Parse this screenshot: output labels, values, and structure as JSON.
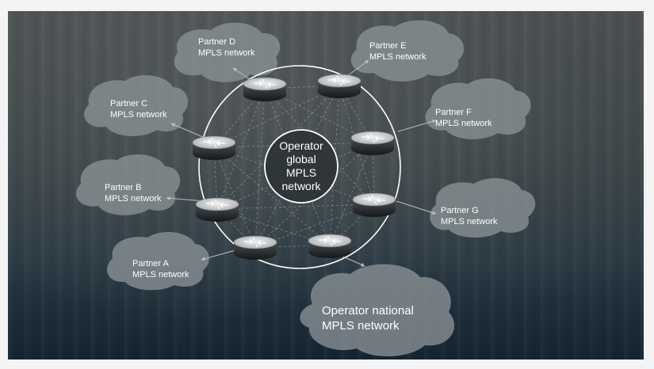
{
  "center": {
    "line1": "Operator",
    "line2": "global",
    "line3": "MPLS",
    "line4": "network"
  },
  "national": {
    "line1": "Operator national",
    "line2": "MPLS network"
  },
  "partners": [
    {
      "line1": "Partner A",
      "line2": "MPLS network"
    },
    {
      "line1": "Partner B",
      "line2": "MPLS network"
    },
    {
      "line1": "Partner C",
      "line2": "MPLS network"
    },
    {
      "line1": "Partner D",
      "line2": "MPLS network"
    },
    {
      "line1": "Partner E",
      "line2": "MPLS network"
    },
    {
      "line1": "Partner F",
      "line2": "MPLS network"
    },
    {
      "line1": "Partner G",
      "line2": "MPLS network"
    }
  ],
  "colors": {
    "cloud": "#8a9296",
    "ring": "#ffffff",
    "mesh": "#c9cfd2",
    "router_top": "#d8d8d8",
    "router_body": "#2a2d30",
    "arrow": "#b9c0c4"
  },
  "icons": {
    "router": "router-icon",
    "cloud": "cloud-shape"
  }
}
